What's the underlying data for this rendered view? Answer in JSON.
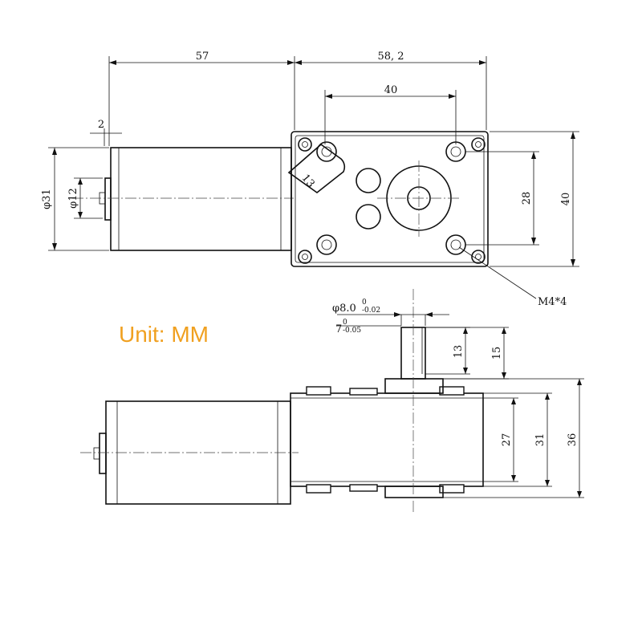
{
  "dimensions": {
    "motor_length": "57",
    "gearbox_length": "58, 2",
    "mount_hole_spacing_horizontal": "40",
    "shaft_stub_length": "2",
    "motor_diameter": "φ31",
    "motor_boss_diameter": "φ12",
    "eccentric_slot": "13",
    "mount_hole_spacing_vertical": "28",
    "gearbox_height": "40",
    "mount_screws": "M4*4",
    "shaft_diameter_base": "φ8.0",
    "shaft_diameter_upper": "0",
    "shaft_diameter_lower": "-0.02",
    "shaft_flat_base": "7",
    "shaft_flat_upper": "0",
    "shaft_flat_lower": "-0.05",
    "shaft_flat_length": "13",
    "shaft_length": "15",
    "gearbox_depth_inner": "27",
    "gearbox_depth_mid": "31",
    "gearbox_depth_total": "36"
  },
  "unit_label": "Unit: MM",
  "colors": {
    "unit_label": "#F0A020",
    "line": "#111111"
  }
}
